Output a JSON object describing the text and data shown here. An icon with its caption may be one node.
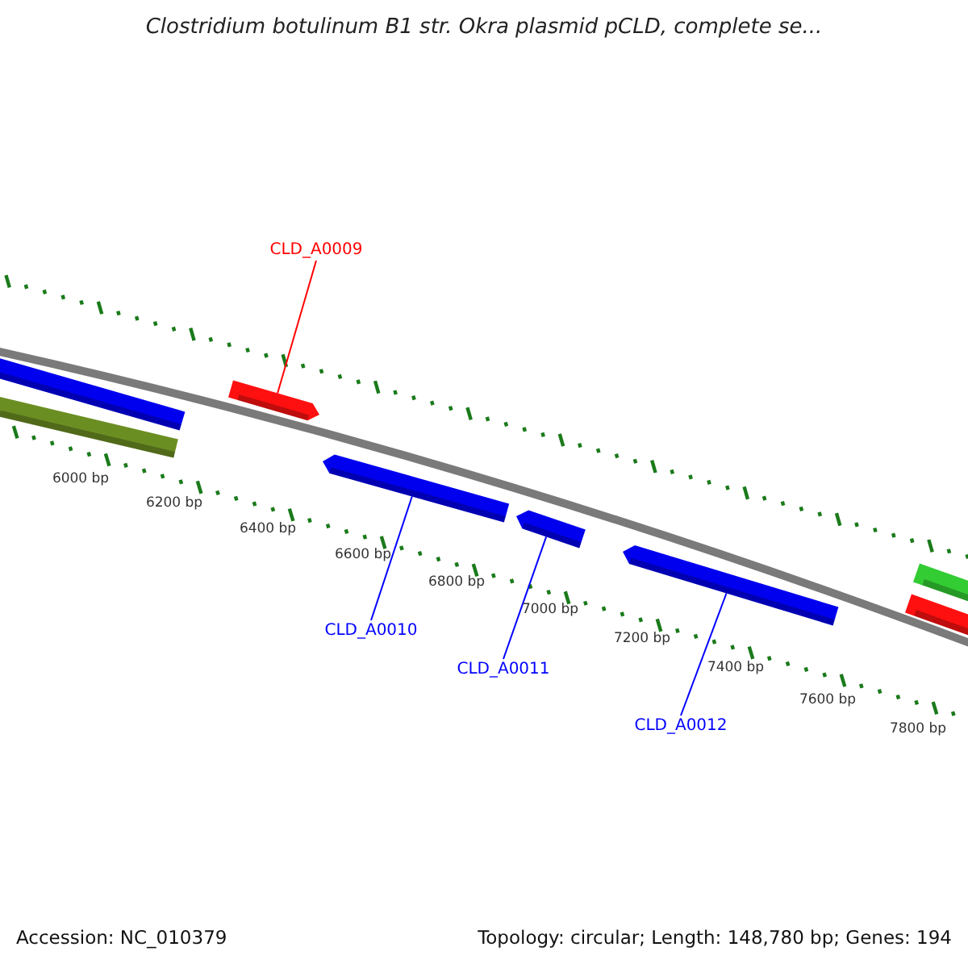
{
  "diagram": {
    "title": "Clostridium botulinum B1 str. Okra plasmid pCLD, complete se...",
    "nodes": [
      {
        "text": [
          "CLD_A0009"
        ]
      },
      {
        "text": [],
        "shape": "arrow"
      },
      {
        "text": [],
        "shape": "arrow"
      },
      {
        "text": [],
        "shape": "arrow"
      },
      {
        "text": [],
        "shape": "arrow"
      },
      {
        "text": [],
        "shape": "arrow"
      },
      {
        "text": [],
        "shape": "arrow"
      },
      {
        "text": [],
        "shape": "arrow"
      },
      {
        "text": [],
        "shape": "arrow"
      },
      {
        "text": [
          "CLD_A0010"
        ]
      },
      {
        "text": [
          "CLD_A0011"
        ]
      },
      {
        "text": [
          "CLD_A0012"
        ]
      }
    ],
    "edges": [
      {
        "from": 0,
        "to": 2,
        "arrow": "none",
        "color": "#ff0000"
      },
      {
        "from": 9,
        "to": 4,
        "arrow": "none"
      },
      {
        "from": 10,
        "to": 5,
        "arrow": "none"
      },
      {
        "from": 11,
        "to": 6,
        "arrow": "none"
      }
    ],
    "labels": [
      "6000 bp",
      "6200 bp",
      "6400 bp",
      "6600 bp",
      "6800 bp",
      "7000 bp",
      "7200 bp",
      "7400 bp",
      "7600 bp",
      "7800 bp",
      "Accession: NC_010379",
      "Topology: circular; Length: 148,780 bp; Genes: 194"
    ]
  }
}
